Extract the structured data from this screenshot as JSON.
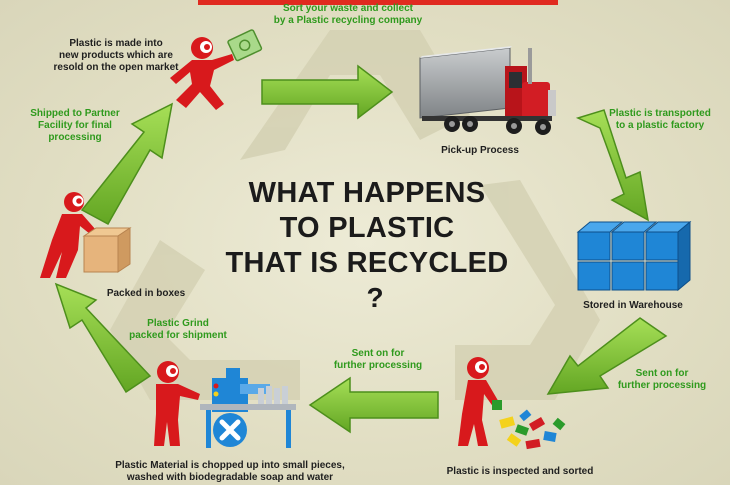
{
  "title_lines": [
    "WHAT HAPPENS",
    "TO PLASTIC",
    "THAT IS RECYCLED"
  ],
  "title_mark": "?",
  "steps": {
    "sort": {
      "line1": "Sort your waste and collect",
      "line2": "by a Plastic recycling company"
    },
    "pickup": {
      "line1": "Pick-up Process"
    },
    "transport": {
      "line1": "Plastic is transported",
      "line2": "to a plastic factory"
    },
    "stored": {
      "line1": "Stored in Warehouse"
    },
    "sent_right": {
      "line1": "Sent on for",
      "line2": "further processing"
    },
    "inspected": {
      "line1": "Plastic is inspected and sorted"
    },
    "sent_middle": {
      "line1": "Sent on for",
      "line2": "further processing"
    },
    "chopped": {
      "line1": "Plastic Material is chopped up into small pieces,",
      "line2": "washed with biodegradable soap and water"
    },
    "grind": {
      "line1": "Plastic Grind",
      "line2": "packed for shipment"
    },
    "packed": {
      "line1": "Packed in boxes"
    },
    "shipped": {
      "line1": "Shipped to Partner",
      "line2": "Facility for final",
      "line3": "processing"
    },
    "new_products": {
      "line1": "Plastic is made into",
      "line2": "new products which are",
      "line3": "resold on the open market"
    }
  },
  "colors": {
    "arrow_green": "#86c93a",
    "arrow_dark": "#4d8f1c",
    "figure_red": "#d8191c",
    "label_green": "#2f9a1d",
    "banner_red": "#e02a20",
    "cube_blue": "#1f86d6"
  },
  "icons": [
    "recycle-watermark-icon",
    "truck-icon",
    "warehouse-cubes-icon",
    "person-sorting-icon",
    "shredder-machine-icon",
    "person-with-box-icon",
    "person-running-icon",
    "cash-icon"
  ]
}
